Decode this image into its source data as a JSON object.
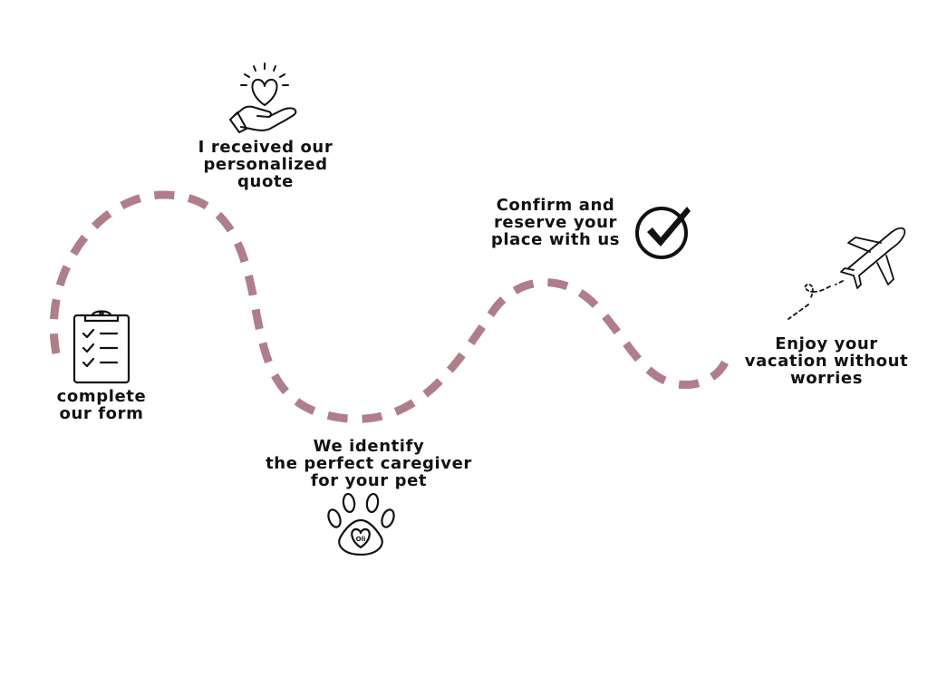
{
  "diagram": {
    "path_color": "#b07e8a",
    "ink_color": "#111111",
    "steps": [
      {
        "id": "form",
        "icon": "clipboard-checklist-icon",
        "lines": [
          "complete",
          "our form"
        ]
      },
      {
        "id": "quote",
        "icon": "heart-in-hand-icon",
        "lines": [
          "I received our",
          "personalized",
          "quote"
        ]
      },
      {
        "id": "caregiver",
        "icon": "paw-heart-icon",
        "lines": [
          "We identify",
          "the perfect caregiver",
          "for your pet"
        ],
        "badge": "Oli"
      },
      {
        "id": "confirm",
        "icon": "check-circle-icon",
        "lines": [
          "Confirm and",
          "reserve your",
          "place with us"
        ]
      },
      {
        "id": "enjoy",
        "icon": "airplane-icon",
        "lines": [
          "Enjoy your",
          "vacation without",
          "worries"
        ]
      }
    ]
  }
}
